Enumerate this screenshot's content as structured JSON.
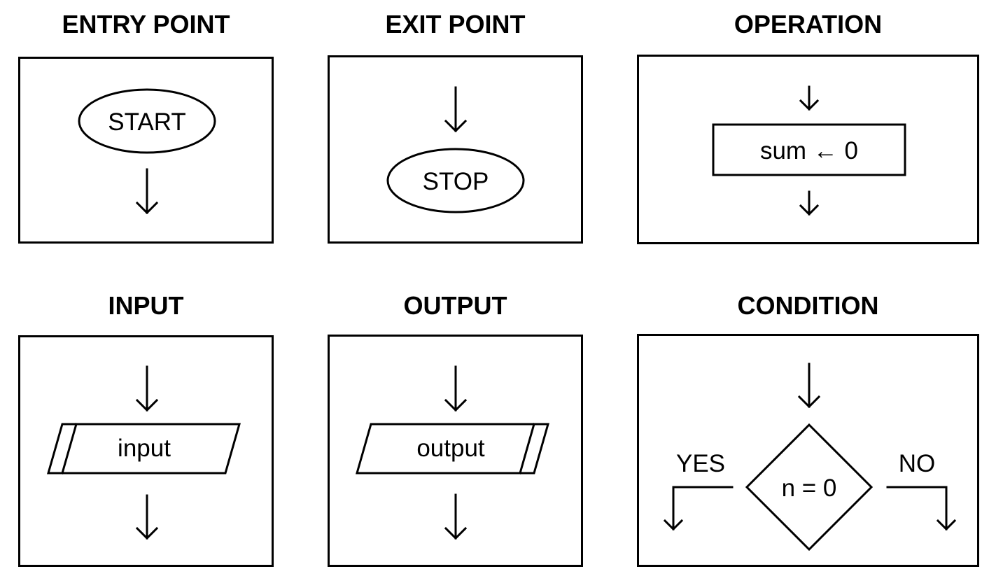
{
  "entry_point": {
    "title": "ENTRY POINT",
    "symbol_text": "START"
  },
  "exit_point": {
    "title": "EXIT POINT",
    "symbol_text": "STOP"
  },
  "operation": {
    "title": "OPERATION",
    "symbol_text": "sum ← 0"
  },
  "input": {
    "title": "INPUT",
    "symbol_text": "input"
  },
  "output": {
    "title": "OUTPUT",
    "symbol_text": "output"
  },
  "condition": {
    "title": "CONDITION",
    "symbol_text": "n = 0",
    "yes_label": "YES",
    "no_label": "NO"
  }
}
